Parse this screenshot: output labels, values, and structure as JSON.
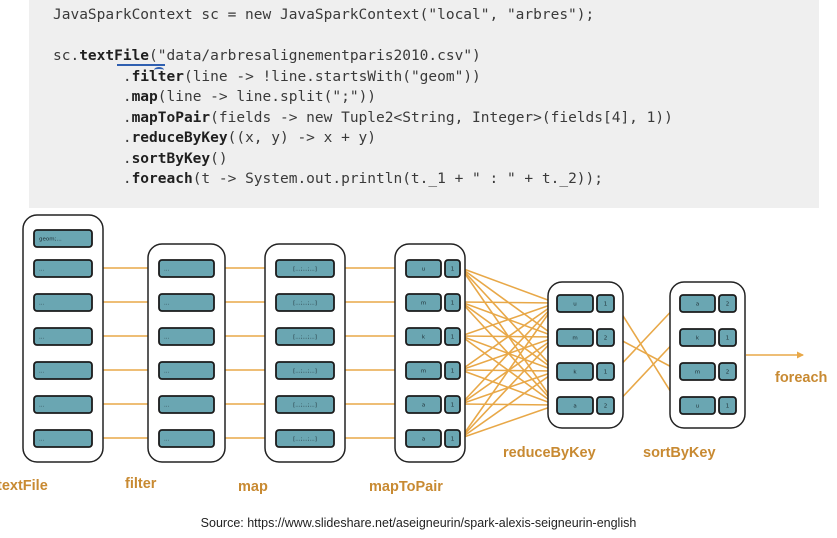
{
  "code": {
    "line1": "JavaSparkContext sc = new JavaSparkContext(\"local\", \"arbres\");",
    "line2_prefix": "sc.",
    "line2_method": "textFile",
    "line2_args": "(\"data/arbresalignementparis2010.csv\")",
    "line3_method": "filter",
    "line3_args": "(line -> !line.startsWith(\"geom\"))",
    "line4_method": "map",
    "line4_args": "(line -> line.split(\";\"))",
    "line5_method": "mapToPair",
    "line5_args": "(fields -> new Tuple2<String, Integer>(fields[4], 1))",
    "line6_method": "reduceByKey",
    "line6_args": "((x, y) -> x + y)",
    "line7_method": "sortByKey",
    "line7_args": "()",
    "line8_method": "foreach",
    "line8_args": "(t -> System.out.println(t._1 + \" : \" + t._2));"
  },
  "diagram": {
    "stages": [
      "textFile",
      "filter",
      "map",
      "mapToPair",
      "reduceByKey",
      "sortByKey",
      "foreach"
    ],
    "textfile_cells": [
      "geom;...",
      "...",
      "...",
      "...",
      "...",
      "...",
      "..."
    ],
    "filter_cells": [
      "...",
      "...",
      "...",
      "...",
      "...",
      "..."
    ],
    "map_cells": [
      "[...;...;...]",
      "[...;...;...]",
      "[...;...;...]",
      "[...;...;...]",
      "[...;...;...]",
      "[...;...;...]"
    ],
    "maptopair_pairs": [
      [
        "u",
        "1"
      ],
      [
        "m",
        "1"
      ],
      [
        "k",
        "1"
      ],
      [
        "m",
        "1"
      ],
      [
        "a",
        "1"
      ],
      [
        "a",
        "1"
      ]
    ],
    "reducebykey_pairs": [
      [
        "u",
        "1"
      ],
      [
        "m",
        "2"
      ],
      [
        "k",
        "1"
      ],
      [
        "a",
        "2"
      ]
    ],
    "sortbykey_pairs": [
      [
        "a",
        "2"
      ],
      [
        "k",
        "1"
      ],
      [
        "m",
        "2"
      ],
      [
        "u",
        "1"
      ]
    ],
    "colors": {
      "arrow": "#e8a848",
      "cell": "#6aa6b2",
      "label": "#c88a32",
      "outline": "#222222"
    }
  },
  "source": "Source: https://www.slideshare.net/aseigneurin/spark-alexis-seigneurin-english"
}
